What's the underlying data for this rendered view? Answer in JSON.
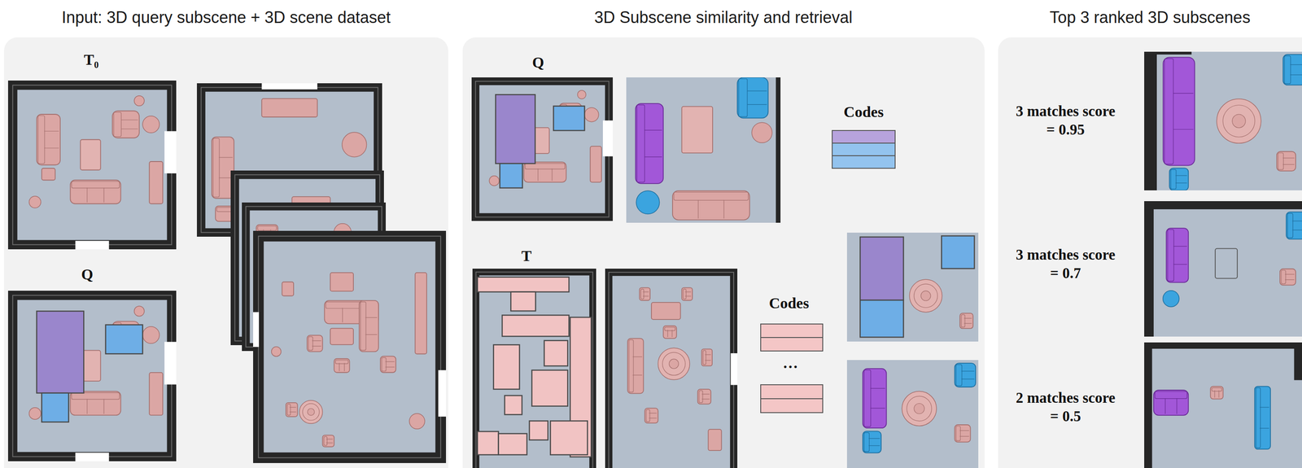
{
  "diagram": {
    "nodes": [
      {
        "text": [
          "Input: 3D query subscene + 3D scene dataset"
        ]
      },
      {
        "text": [
          "3D Subscene similarity and retrieval"
        ]
      },
      {
        "text": [
          "Top 3 ranked 3D subscenes"
        ]
      }
    ],
    "labels": [
      "T₀",
      "Q",
      "Q",
      "T",
      "Codes",
      "Codes",
      "…",
      "3 matches score = 0.95",
      "3 matches score = 0.7",
      "2 matches score = 0.5"
    ]
  }
}
